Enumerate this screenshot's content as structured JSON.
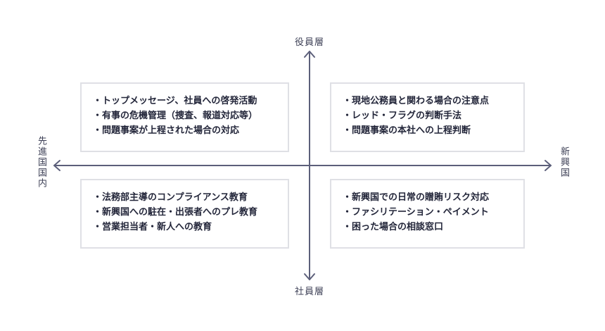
{
  "axes": {
    "top": "役員層",
    "bottom": "社員層",
    "left": "先進国国内",
    "right": "新興国"
  },
  "quadrants": {
    "top_left": {
      "items": [
        "・トップメッセージ、社員への啓発活動",
        "・有事の危機管理（捜査、報道対応等）",
        "・問題事案が上程された場合の対応"
      ]
    },
    "top_right": {
      "items": [
        "・現地公務員と関わる場合の注意点",
        "・レッド・フラグの判断手法",
        "・問題事案の本社への上程判断"
      ]
    },
    "bottom_left": {
      "items": [
        "・法務部主導のコンプライアンス教育",
        "・新興国への駐在・出張者へのプレ教育",
        "・営業担当者・新人への教育"
      ]
    },
    "bottom_right": {
      "items": [
        "・新興国での日常の贈賄リスク対応",
        "・ファシリテーション・ペイメント",
        "・困った場合の相談窓口"
      ]
    }
  },
  "colors": {
    "axis": "#5c5f7a",
    "box_border": "#dfe0e5",
    "text": "#23263a"
  }
}
